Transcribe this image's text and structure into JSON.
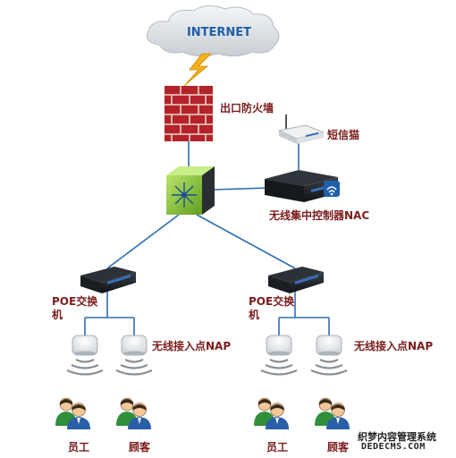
{
  "cloud": {
    "label": "INTERNET"
  },
  "firewall": {
    "label": "出口防火墙"
  },
  "sms_modem": {
    "label": "短信猫"
  },
  "wlan_controller": {
    "label": "无线集中控制器NAC"
  },
  "left_branch": {
    "poe_label_line1": "POE交换",
    "poe_label_line2": "机",
    "ap_label": "无线接入点NAP",
    "users": [
      {
        "label": "员工"
      },
      {
        "label": "顾客"
      }
    ]
  },
  "right_branch": {
    "poe_label_line1": "POE交换",
    "poe_label_line2": "机",
    "ap_label": "无线接入点NAP",
    "users": [
      {
        "label": "员工"
      },
      {
        "label": "顾客"
      }
    ]
  },
  "watermark": {
    "line1": "织梦内容管理系统",
    "line2": "DEDECMS.COM"
  },
  "colors": {
    "link": "#2f6db5",
    "label": "#7a1c1c",
    "firewall": "#c0282e",
    "core_switch": "#7fbf2f"
  }
}
